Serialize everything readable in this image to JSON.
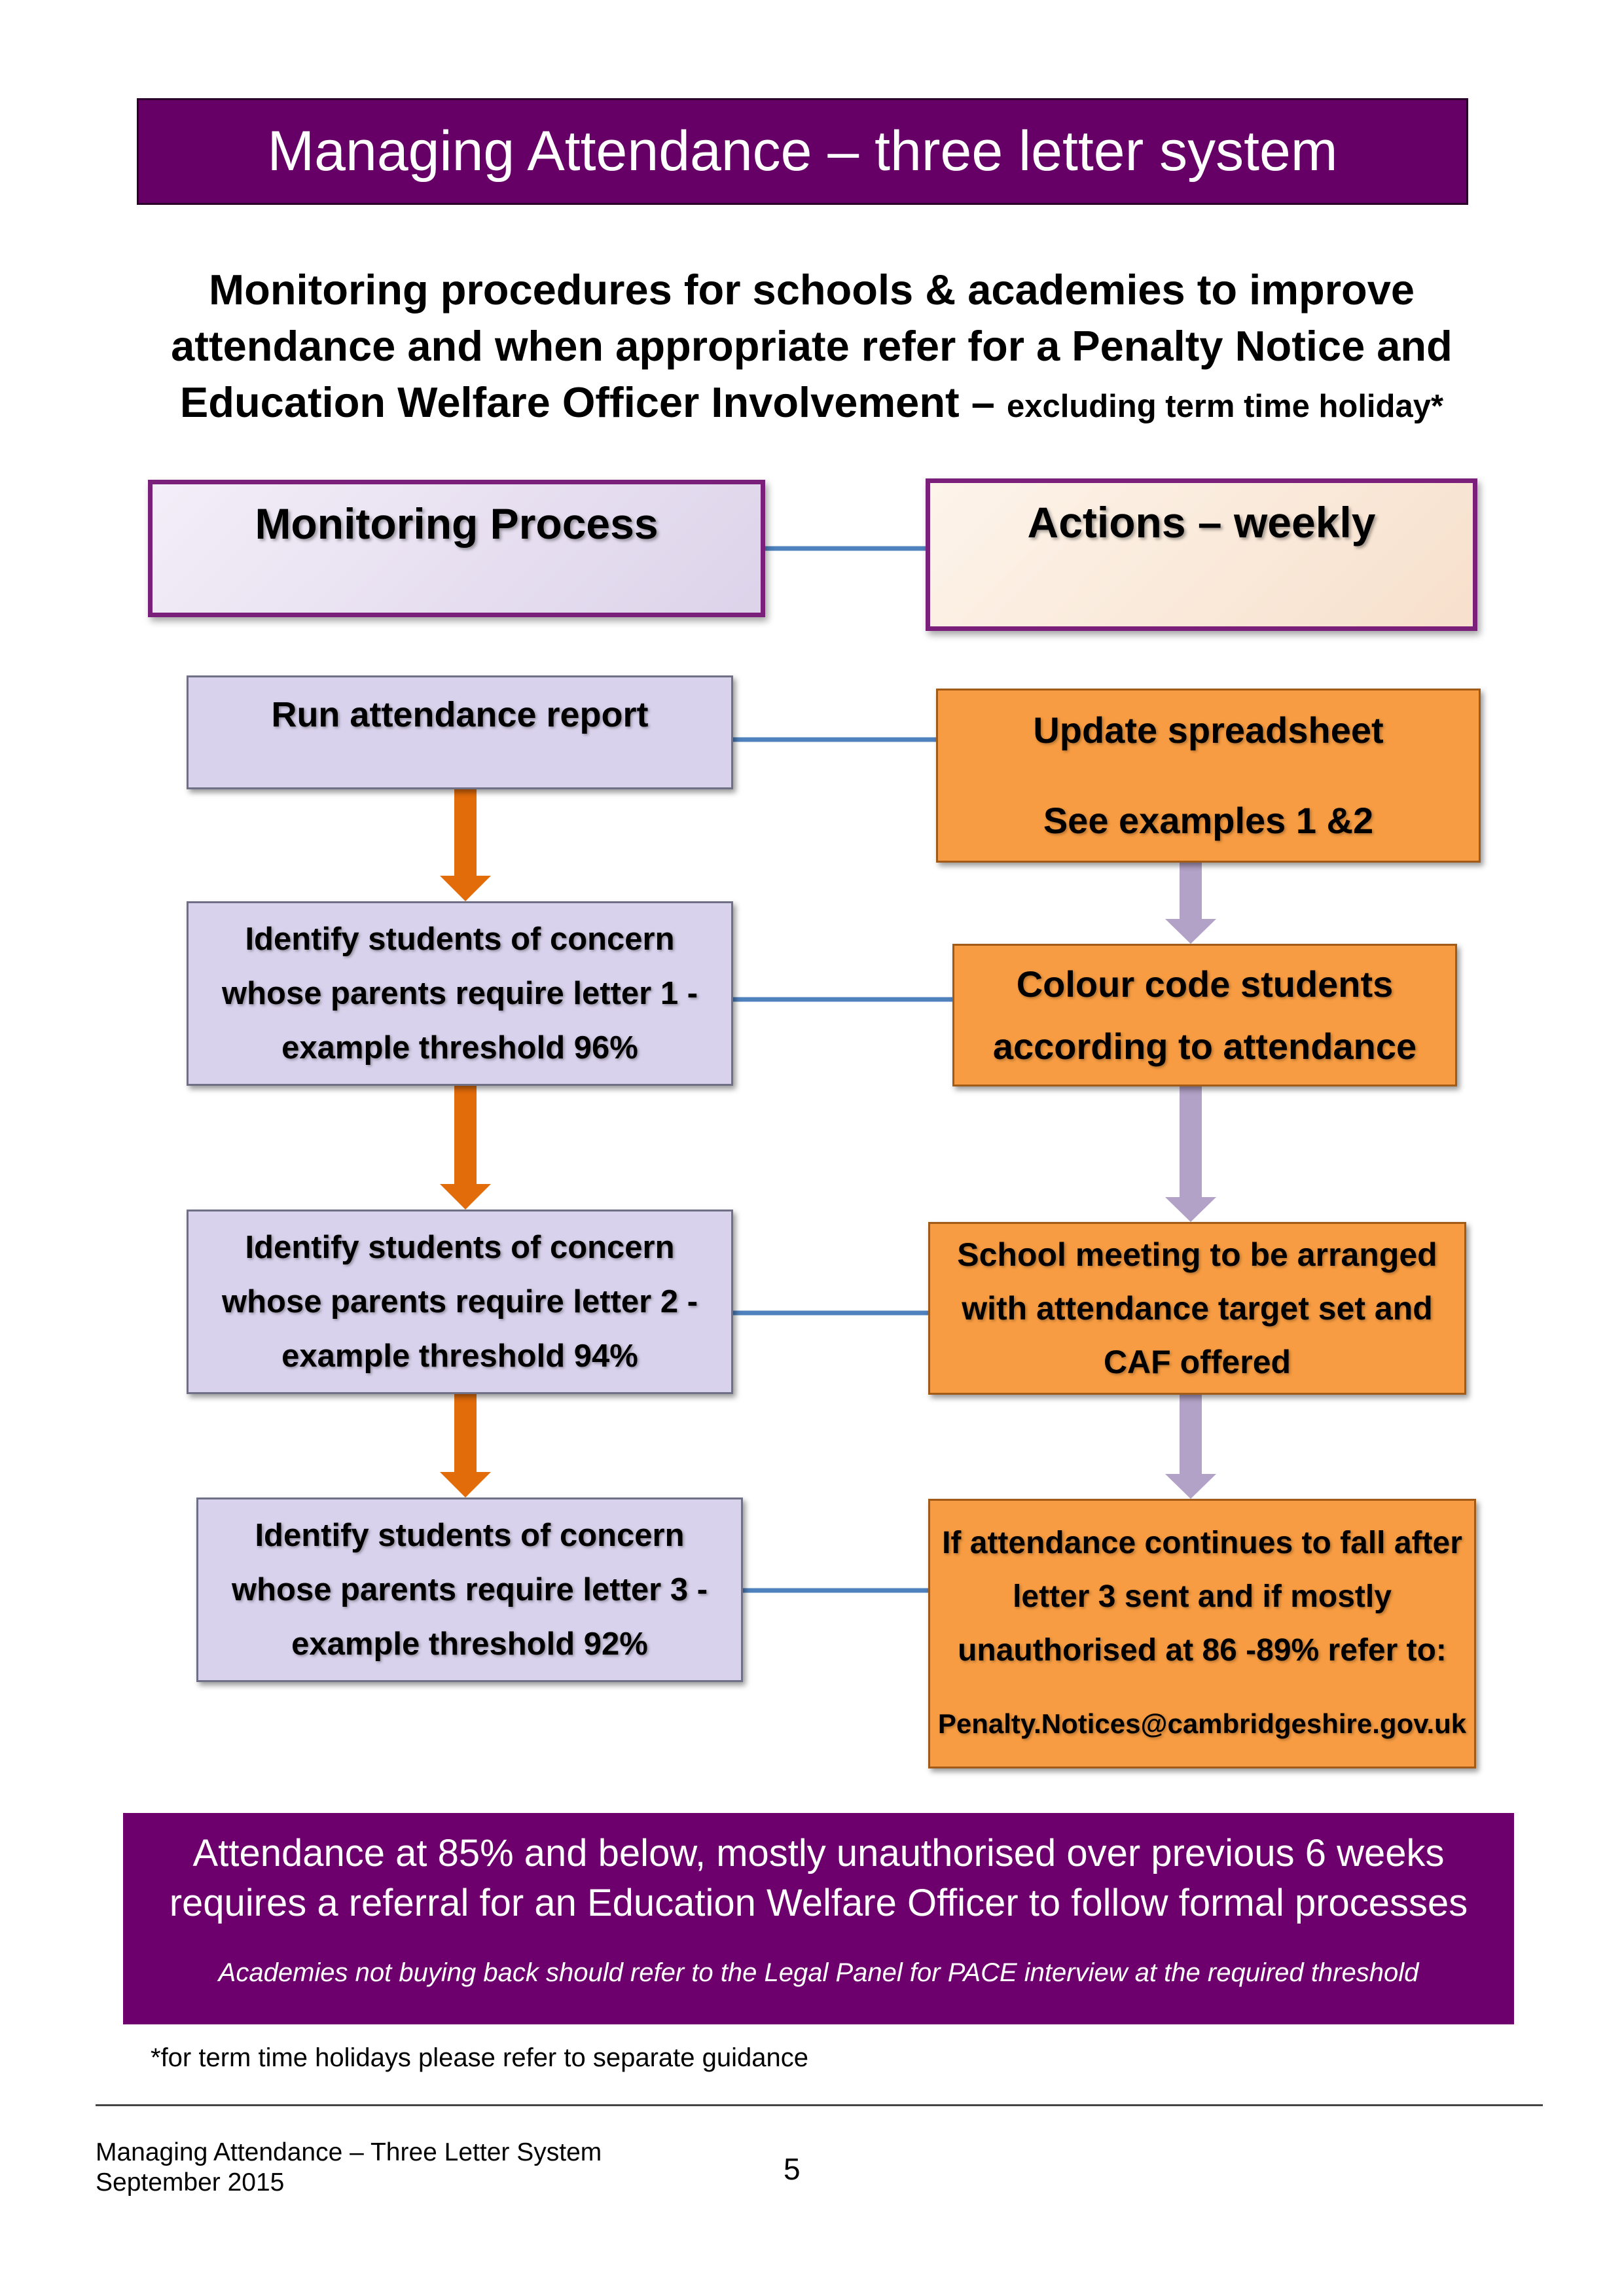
{
  "title": "Managing Attendance – three letter system",
  "subtitle": {
    "line1": "Monitoring procedures for schools & academies to improve",
    "line2": "attendance and when appropriate refer for a Penalty Notice and",
    "line3_main": "Education Welfare Officer Involvement – ",
    "line3_small": "excluding term time holiday*"
  },
  "headers": {
    "monitoring": "Monitoring Process",
    "actions": "Actions – weekly"
  },
  "process_steps": [
    {
      "lines": [
        "Run attendance report"
      ]
    },
    {
      "lines": [
        "Identify students of concern",
        "whose parents require letter 1 -",
        "example threshold 96%"
      ]
    },
    {
      "lines": [
        "Identify students of concern",
        "whose parents require letter 2 -",
        "example threshold 94%"
      ]
    },
    {
      "lines": [
        "Identify students of concern",
        "whose parents require letter 3 -",
        "example threshold 92%"
      ]
    }
  ],
  "action_steps": [
    {
      "lines": [
        "Update spreadsheet",
        "See examples 1 &2"
      ]
    },
    {
      "lines": [
        "Colour code students",
        "according to attendance"
      ]
    },
    {
      "lines": [
        "School meeting to be arranged",
        "with attendance target set and",
        "CAF offered"
      ]
    },
    {
      "lines": [
        "If attendance continues to fall after",
        "letter 3 sent and if mostly",
        "unauthorised at 86 -89% refer to:"
      ],
      "email": "Penalty.Notices@cambridgeshire.gov.uk"
    }
  ],
  "bottom_banner": {
    "line1": "Attendance at 85% and below, mostly unauthorised over previous 6 weeks",
    "line2": "requires a referral for an Education Welfare Officer to follow formal processes",
    "note": "Academies not buying back should refer to the Legal Panel for PACE interview at the required threshold"
  },
  "footnote": "*for term time holidays please refer to separate guidance",
  "footer": {
    "line1": "Managing Attendance – Three Letter System",
    "line2": "September 2015",
    "page_number": "5"
  },
  "colors": {
    "banner_purple": "#660066",
    "process_fill": "#d9d2ec",
    "action_fill": "#f79c42",
    "process_arrow": "#e36c0a",
    "action_arrow": "#b3a2c7",
    "connector": "#4f81bd"
  }
}
